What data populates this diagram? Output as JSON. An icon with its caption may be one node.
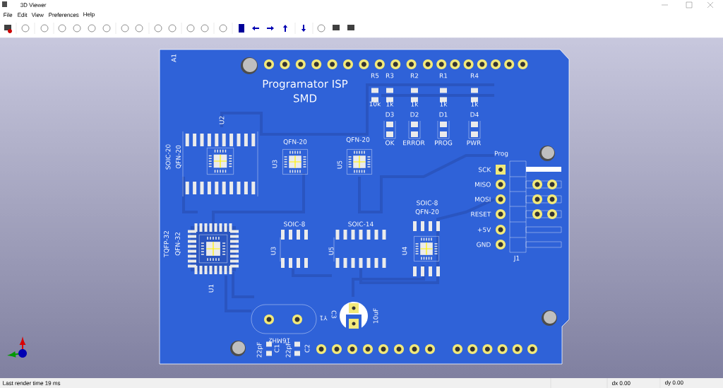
{
  "diagram": {
    "labels": [
      "3D Viewer",
      "File",
      "Edit",
      "View",
      "Preferences",
      "Help",
      "A1",
      "Programator ISP",
      "SMD",
      "R5",
      "R3",
      "R2",
      "R1",
      "R4",
      "10k",
      "1k",
      "1k",
      "1k",
      "1k",
      "D3",
      "D2",
      "D1",
      "D4",
      "OK",
      "ERROR",
      "PROG",
      "PWR",
      "U2",
      "SOIC-20",
      "QFN-20",
      "QFN-20",
      "U3",
      "QFN-20",
      "U5",
      "Prog",
      "SCK",
      "MISO",
      "MOSI",
      "RESET",
      "+5V",
      "GND",
      "SOIC-8",
      "QFN-20",
      "TQFP-32",
      "QFN-32",
      "SOIC-8",
      "SOIC-14",
      "U3",
      "U5",
      "U4",
      "U1",
      "J1",
      "Y1",
      "C3",
      "10uF",
      "16MHz",
      "22pF",
      "C1",
      "22pF",
      "C2",
      "Last render time 19 ms",
      "dx 0.00",
      "dy 0.00"
    ]
  }
}
